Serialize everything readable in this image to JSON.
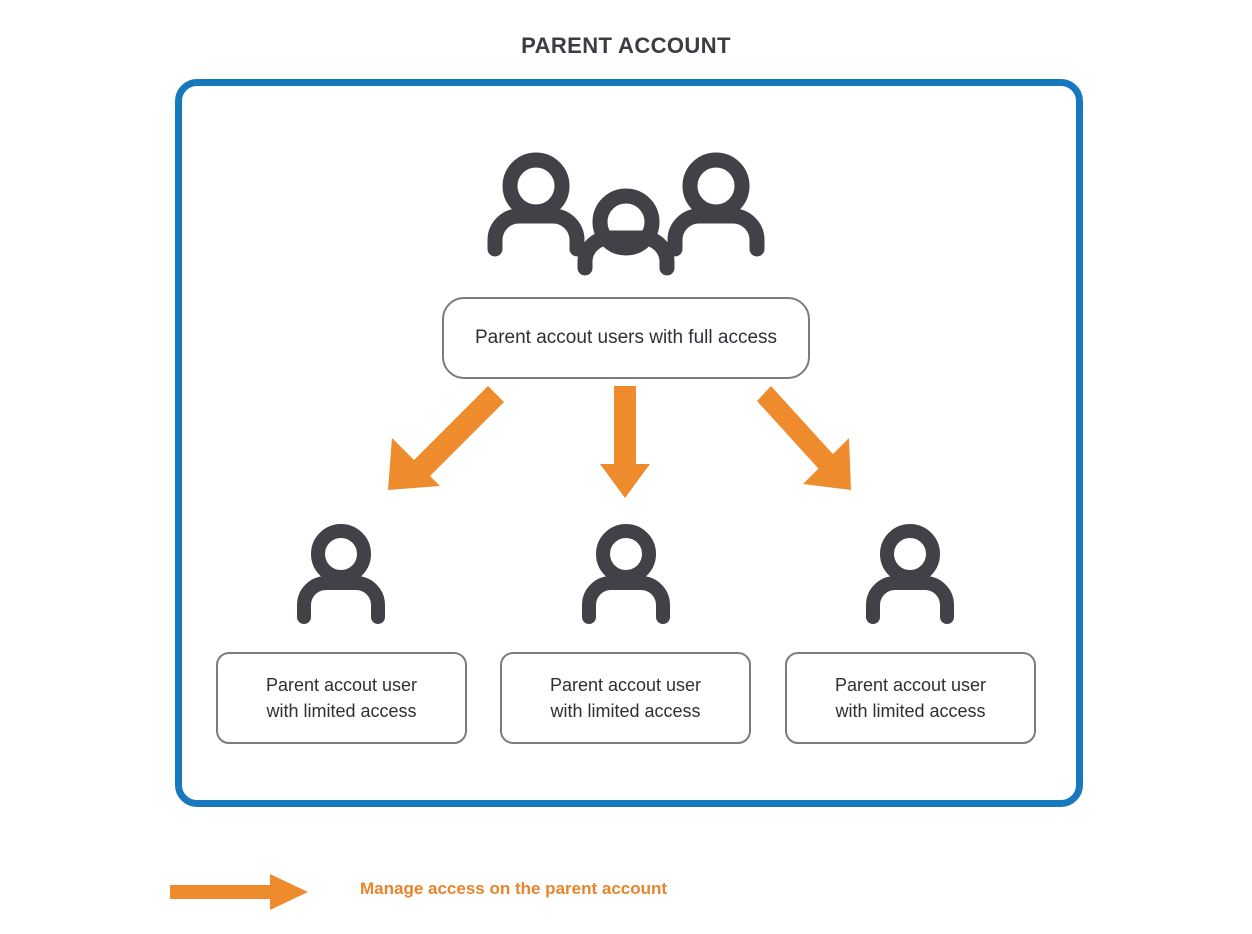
{
  "page": {
    "title": "PARENT ACCOUNT",
    "background": "#ffffff"
  },
  "colors": {
    "container_border": "#1878be",
    "box_border": "#7b7b82",
    "icon": "#414248",
    "arrow": "#ee8b2d",
    "legend_text": "#e7852c",
    "title_text": "#3c3c42",
    "box_text": "#2f2f35"
  },
  "container": {
    "name": "parent-account-container",
    "icons": {
      "group": "group-users-icon",
      "person": "person-icon"
    },
    "top_node": {
      "label": "Parent accout users with full access"
    },
    "arrows": [
      {
        "name": "arrow-down-left-icon",
        "direction": "down-left"
      },
      {
        "name": "arrow-down-icon",
        "direction": "down"
      },
      {
        "name": "arrow-down-right-icon",
        "direction": "down-right"
      }
    ],
    "child_nodes": [
      {
        "line1": "Parent accout user",
        "line2": "with limited access"
      },
      {
        "line1": "Parent accout user",
        "line2": "with limited access"
      },
      {
        "line1": "Parent accout user",
        "line2": "with limited access"
      }
    ]
  },
  "legend": {
    "arrow_icon": "arrow-right-icon",
    "text": "Manage access on the parent account"
  }
}
